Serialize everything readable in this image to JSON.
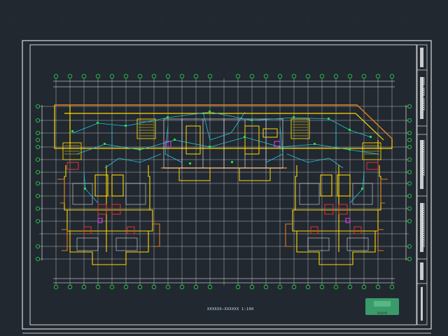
{
  "drawing": {
    "caption": "XXXXXX—XXXXXX 1:100",
    "stamp_label": "XXXXXX",
    "title_block": {
      "line1": "XXXX XXXX XXXXXX",
      "line2": "XXXXXXXXXXXXXXXXX",
      "line3": "XXXXXXXXXXXXXXXXXXXXX"
    }
  },
  "colors": {
    "background": "#212830",
    "frame": "#ffffff",
    "grid": "#e8e8e8",
    "wall": "#ffd800",
    "orange": "#e07a20",
    "cyan": "#20c8e0",
    "green": "#20e040",
    "red": "#ff3030",
    "magenta": "#ff40ff",
    "stamp": "#3a9a6a"
  }
}
